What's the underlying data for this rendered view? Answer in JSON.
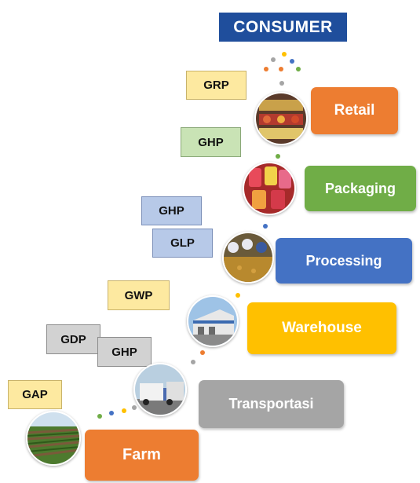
{
  "top": {
    "label": "CONSUMER"
  },
  "stages": [
    {
      "key": "retail",
      "label": "Retail",
      "color": "#ed7d31"
    },
    {
      "key": "packaging",
      "label": "Packaging",
      "color": "#70ad47"
    },
    {
      "key": "processing",
      "label": "Processing",
      "color": "#4472c4"
    },
    {
      "key": "warehouse",
      "label": "Warehouse",
      "color": "#ffc000"
    },
    {
      "key": "transportasi",
      "label": "Transportasi",
      "color": "#a5a5a5"
    },
    {
      "key": "farm",
      "label": "Farm",
      "color": "#ed7d31"
    }
  ],
  "practices": [
    {
      "label": "GRP",
      "color": "yellow"
    },
    {
      "label": "GHP",
      "color": "green"
    },
    {
      "label": "GHP",
      "color": "blue"
    },
    {
      "label": "GLP",
      "color": "blue"
    },
    {
      "label": "GWP",
      "color": "yellow"
    },
    {
      "label": "GDP",
      "color": "gray"
    },
    {
      "label": "GHP",
      "color": "gray"
    },
    {
      "label": "GAP",
      "color": "yellow"
    }
  ],
  "images": [
    {
      "name": "retail-photo",
      "subject": "retail shelves"
    },
    {
      "name": "packaging-photo",
      "subject": "packaged goods"
    },
    {
      "name": "processing-photo",
      "subject": "processing line"
    },
    {
      "name": "warehouse-photo",
      "subject": "warehouse building"
    },
    {
      "name": "transport-photo",
      "subject": "trucks"
    },
    {
      "name": "farm-photo",
      "subject": "crop field"
    }
  ]
}
